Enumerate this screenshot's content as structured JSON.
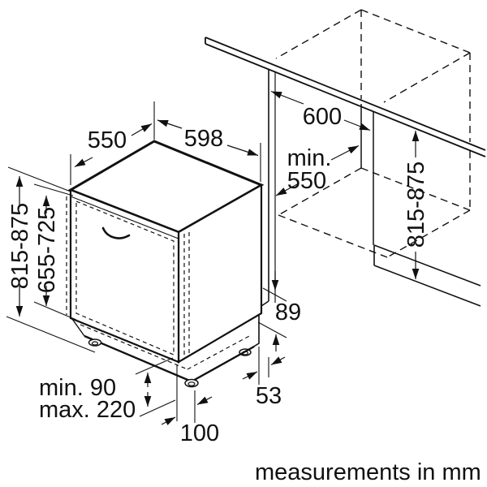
{
  "colors": {
    "line": "#111111",
    "background": "#ffffff"
  },
  "dimensions": {
    "top_depth": "550",
    "top_width": "598",
    "niche_width": "600",
    "niche_depth_line1": "min.",
    "niche_depth_line2": "550",
    "appliance_height": "815-875",
    "door_panel_height": "655-725",
    "niche_height": "815-875",
    "base_step_height": "89",
    "base_side_recess": "53",
    "foot_setback": "100",
    "plinth_min": "min. 90",
    "plinth_max": "max. 220"
  },
  "footer": {
    "note": "measurements in mm"
  }
}
